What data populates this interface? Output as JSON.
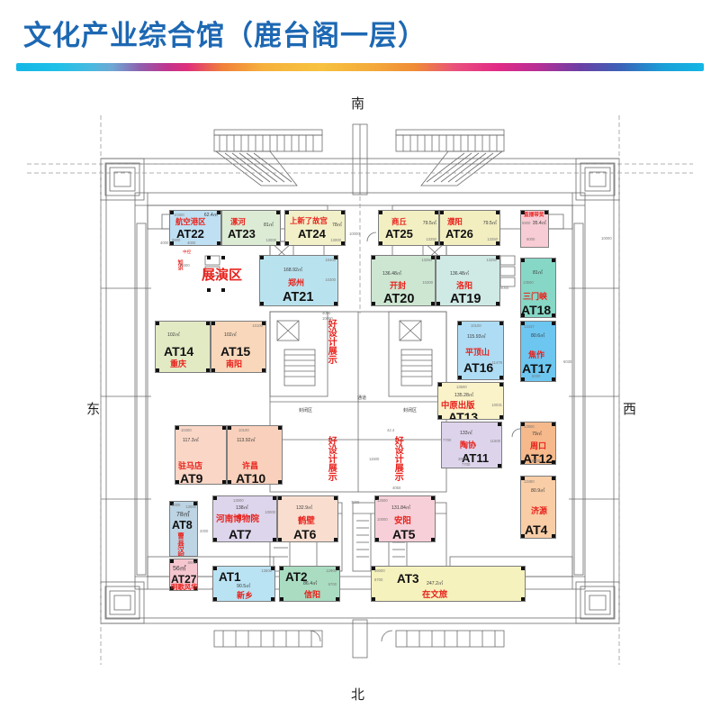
{
  "header": {
    "title": "文化产业综合馆（鹿台阁一层）"
  },
  "compass": {
    "north_top_label": "南",
    "left_label": "东",
    "right_label": "西",
    "bottom_label": "北"
  },
  "zones": [
    {
      "name": "展演区",
      "kind": "performance-zone"
    },
    {
      "name": "好设计展示",
      "kind": "design-display-1"
    },
    {
      "name": "好设计展示",
      "kind": "design-display-2"
    },
    {
      "name": "好设计展示",
      "kind": "design-display-3"
    },
    {
      "name": "知识",
      "kind": "small-room"
    },
    {
      "name": "中控",
      "kind": "control-room"
    },
    {
      "name": "通道",
      "kind": "corridor"
    },
    {
      "name": "封闭区",
      "kind": "closed-area-left"
    },
    {
      "name": "封闭区",
      "kind": "closed-area-right"
    },
    {
      "name": "扶手梯",
      "kind": "escalator"
    },
    {
      "name": "连廊",
      "kind": "link-bridge"
    }
  ],
  "booths": [
    {
      "code": "AT22",
      "name": "航空港区",
      "area": "62.4㎡",
      "color": "#bfe0f2",
      "dims": [
        "10400",
        "6800"
      ]
    },
    {
      "code": "AT23",
      "name": "漯河",
      "area": "81㎡",
      "color": "#dcebd4",
      "dims": [
        "13000",
        "6000"
      ]
    },
    {
      "code": "AT24",
      "name": "上新了故宫",
      "area": "78㎡",
      "color": "#f2f0c8",
      "dims": [
        "13000",
        "6000"
      ]
    },
    {
      "code": "AT25",
      "name": "商丘",
      "area": "79.5㎡",
      "color": "#f2efc2",
      "dims": [
        "13250",
        "6000"
      ]
    },
    {
      "code": "AT26",
      "name": "濮阳",
      "area": "79.5㎡",
      "color": "#f2eec0",
      "dims": [
        "13250",
        "6000"
      ]
    },
    {
      "code": "",
      "name": "直播带货",
      "area": "35.4㎡",
      "color": "#f8ccd4",
      "dims": [
        "5900",
        "6000"
      ]
    },
    {
      "code": "AT21",
      "name": "郑州",
      "area": "168.92㎡",
      "color": "#b9e2ef",
      "dims": [
        "16400",
        "10300"
      ]
    },
    {
      "code": "AT20",
      "name": "开封",
      "area": "136.48㎡",
      "color": "#ccе6d2",
      "dims": [
        "13250",
        "10300"
      ]
    },
    {
      "code": "AT19",
      "name": "洛阳",
      "area": "136.48㎡",
      "color": "#cfe9e4",
      "dims": [
        "13250",
        "10300"
      ]
    },
    {
      "code": "AT18",
      "name": "三门峡",
      "area": "81㎡",
      "color": "#86d7c6",
      "dims": [
        "13500",
        "6000"
      ]
    },
    {
      "code": "AT14",
      "name": "重庆",
      "area": "102㎡",
      "color": "#e2eac4",
      "dims": [
        "10400",
        "10100"
      ]
    },
    {
      "code": "AT15",
      "name": "南阳",
      "area": "102㎡",
      "color": "#f9d7ba",
      "dims": [
        "10100",
        "10100"
      ]
    },
    {
      "code": "AT16",
      "name": "平顶山",
      "area": "115.93㎡",
      "color": "#aedcf4",
      "dims": [
        "10100",
        "11479"
      ]
    },
    {
      "code": "AT17",
      "name": "焦作",
      "area": "80.6㎡",
      "color": "#6cc6f0",
      "dims": [
        "13437",
        "6000"
      ]
    },
    {
      "code": "AT13",
      "name": "中原出版",
      "area": "135.28㎡",
      "color": "#faf2c8",
      "dims": [
        "13500",
        "10031"
      ]
    },
    {
      "code": "AT9",
      "name": "驻马店",
      "area": "117.3㎡",
      "color": "#f9d6c6",
      "dims": [
        "10400",
        "11279"
      ]
    },
    {
      "code": "AT10",
      "name": "许昌",
      "area": "113.92㎡",
      "color": "#f9d0bb",
      "dims": [
        "10100",
        "11279"
      ]
    },
    {
      "code": "AT11",
      "name": "陶协",
      "area": "133㎡",
      "color": "#ddd4ec",
      "dims": [
        "7700",
        "11500",
        "3800",
        "7700"
      ]
    },
    {
      "code": "AT12",
      "name": "周口",
      "area": "79㎡",
      "color": "#f6b98b",
      "dims": [
        "13900",
        "6000"
      ]
    },
    {
      "code": "AT4",
      "name": "济源",
      "area": "80.9㎡",
      "color": "#f9cda6",
      "dims": [
        "13480",
        "6000"
      ]
    },
    {
      "code": "AT8",
      "name": "曹县汉服馆",
      "area": "78㎡",
      "color": "#bcd4e4",
      "dims": [
        "6000",
        "13000"
      ]
    },
    {
      "code": "AT27",
      "name": "明歌风华",
      "area": "56㎡",
      "color": "#f6c6cf",
      "dims": [
        "6000"
      ]
    },
    {
      "code": "AT7",
      "name": "河南博物院",
      "area": "138㎡",
      "color": "#ddd5ec",
      "dims": [
        "13000",
        "10000"
      ]
    },
    {
      "code": "AT6",
      "name": "鹤壁",
      "area": "132.9㎡",
      "color": "#f9ded0",
      "dims": [
        "12900",
        "10000"
      ]
    },
    {
      "code": "AT5",
      "name": "安阳",
      "area": "131.84㎡",
      "color": "#f7cfd8",
      "dims": [
        "12500",
        "10000"
      ]
    },
    {
      "code": "AT1",
      "name": "新乡",
      "area": "90.5㎡",
      "color": "#b9e2f2",
      "dims": [
        "13500",
        "6700"
      ]
    },
    {
      "code": "AT2",
      "name": "信阳",
      "area": "86.4㎡",
      "color": "#a9dcc1",
      "dims": [
        "12900",
        "6700"
      ]
    },
    {
      "code": "AT3",
      "name": "在文旅",
      "area": "247.2㎡",
      "color": "#f6f2bd",
      "dims": [
        "36000",
        "6700"
      ]
    }
  ],
  "colors": {
    "title_blue": "#1d68b3",
    "booth_name_red": "#e8221c",
    "booth_code_black": "#111111",
    "outline_grey": "#7d7d7d"
  }
}
